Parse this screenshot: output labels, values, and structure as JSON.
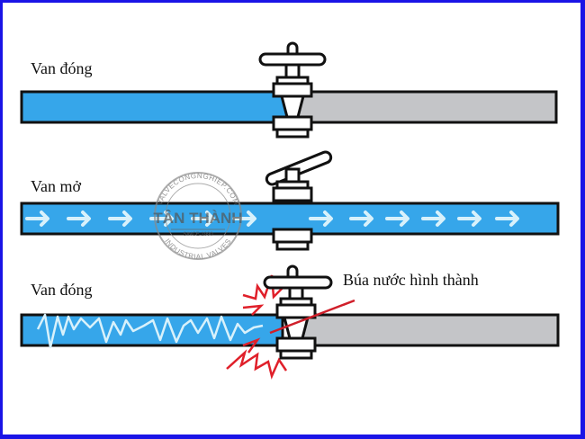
{
  "rows": [
    {
      "label": "Van đóng",
      "state": "closed"
    },
    {
      "label": "Van mở",
      "state": "open"
    },
    {
      "label": "Van đóng",
      "state": "water-hammer"
    }
  ],
  "annotation": "Búa nước hình thành",
  "watermark": {
    "brand": "TÂN THÀNH",
    "top_text": "VALVECONGNGHIEP.COM",
    "bottom_text": "INDUSTRIAL VALVES",
    "since": "SINCE 1990"
  },
  "colors": {
    "frame": "#1a14e6",
    "water": "#36a6ea",
    "empty_pipe": "#c4c5c8",
    "outline": "#111111",
    "shock": "#e0202a",
    "arrow": "#d8f1fb"
  }
}
